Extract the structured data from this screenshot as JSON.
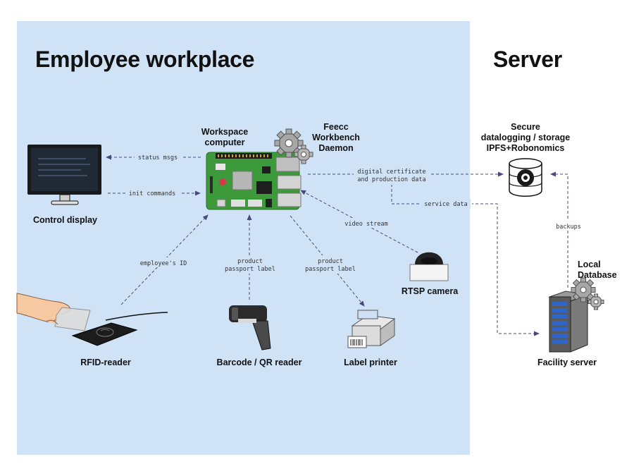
{
  "sections": {
    "workplace_title": "Employee workplace",
    "server_title": "Server"
  },
  "nodes": {
    "control_display": "Control display",
    "workspace_computer": [
      "Workspace",
      "computer"
    ],
    "daemon": [
      "Feecc",
      "Workbench",
      "Daemon"
    ],
    "rfid_reader": "RFID-reader",
    "barcode_reader": "Barcode / QR reader",
    "label_printer": "Label printer",
    "rtsp_camera": "RTSP camera",
    "secure_storage": [
      "Secure",
      "datalogging / storage",
      "IPFS+Robonomics"
    ],
    "local_database": [
      "Local",
      "Database"
    ],
    "facility_server": "Facility server"
  },
  "edges": {
    "status_msgs": "status msgs",
    "init_commands": "init commands",
    "employee_id": "employee's ID",
    "product_passport_scan": [
      "product",
      "passport label"
    ],
    "product_passport_print": [
      "product",
      "passport label"
    ],
    "video_stream": "video stream",
    "digital_certificate": [
      "digital certificate",
      "and production data"
    ],
    "service_data": "service data",
    "backups": "backups"
  },
  "colors": {
    "panel": "#cfe2f6",
    "board": "#3d9a3a",
    "arrow": "#4a4a7a"
  }
}
